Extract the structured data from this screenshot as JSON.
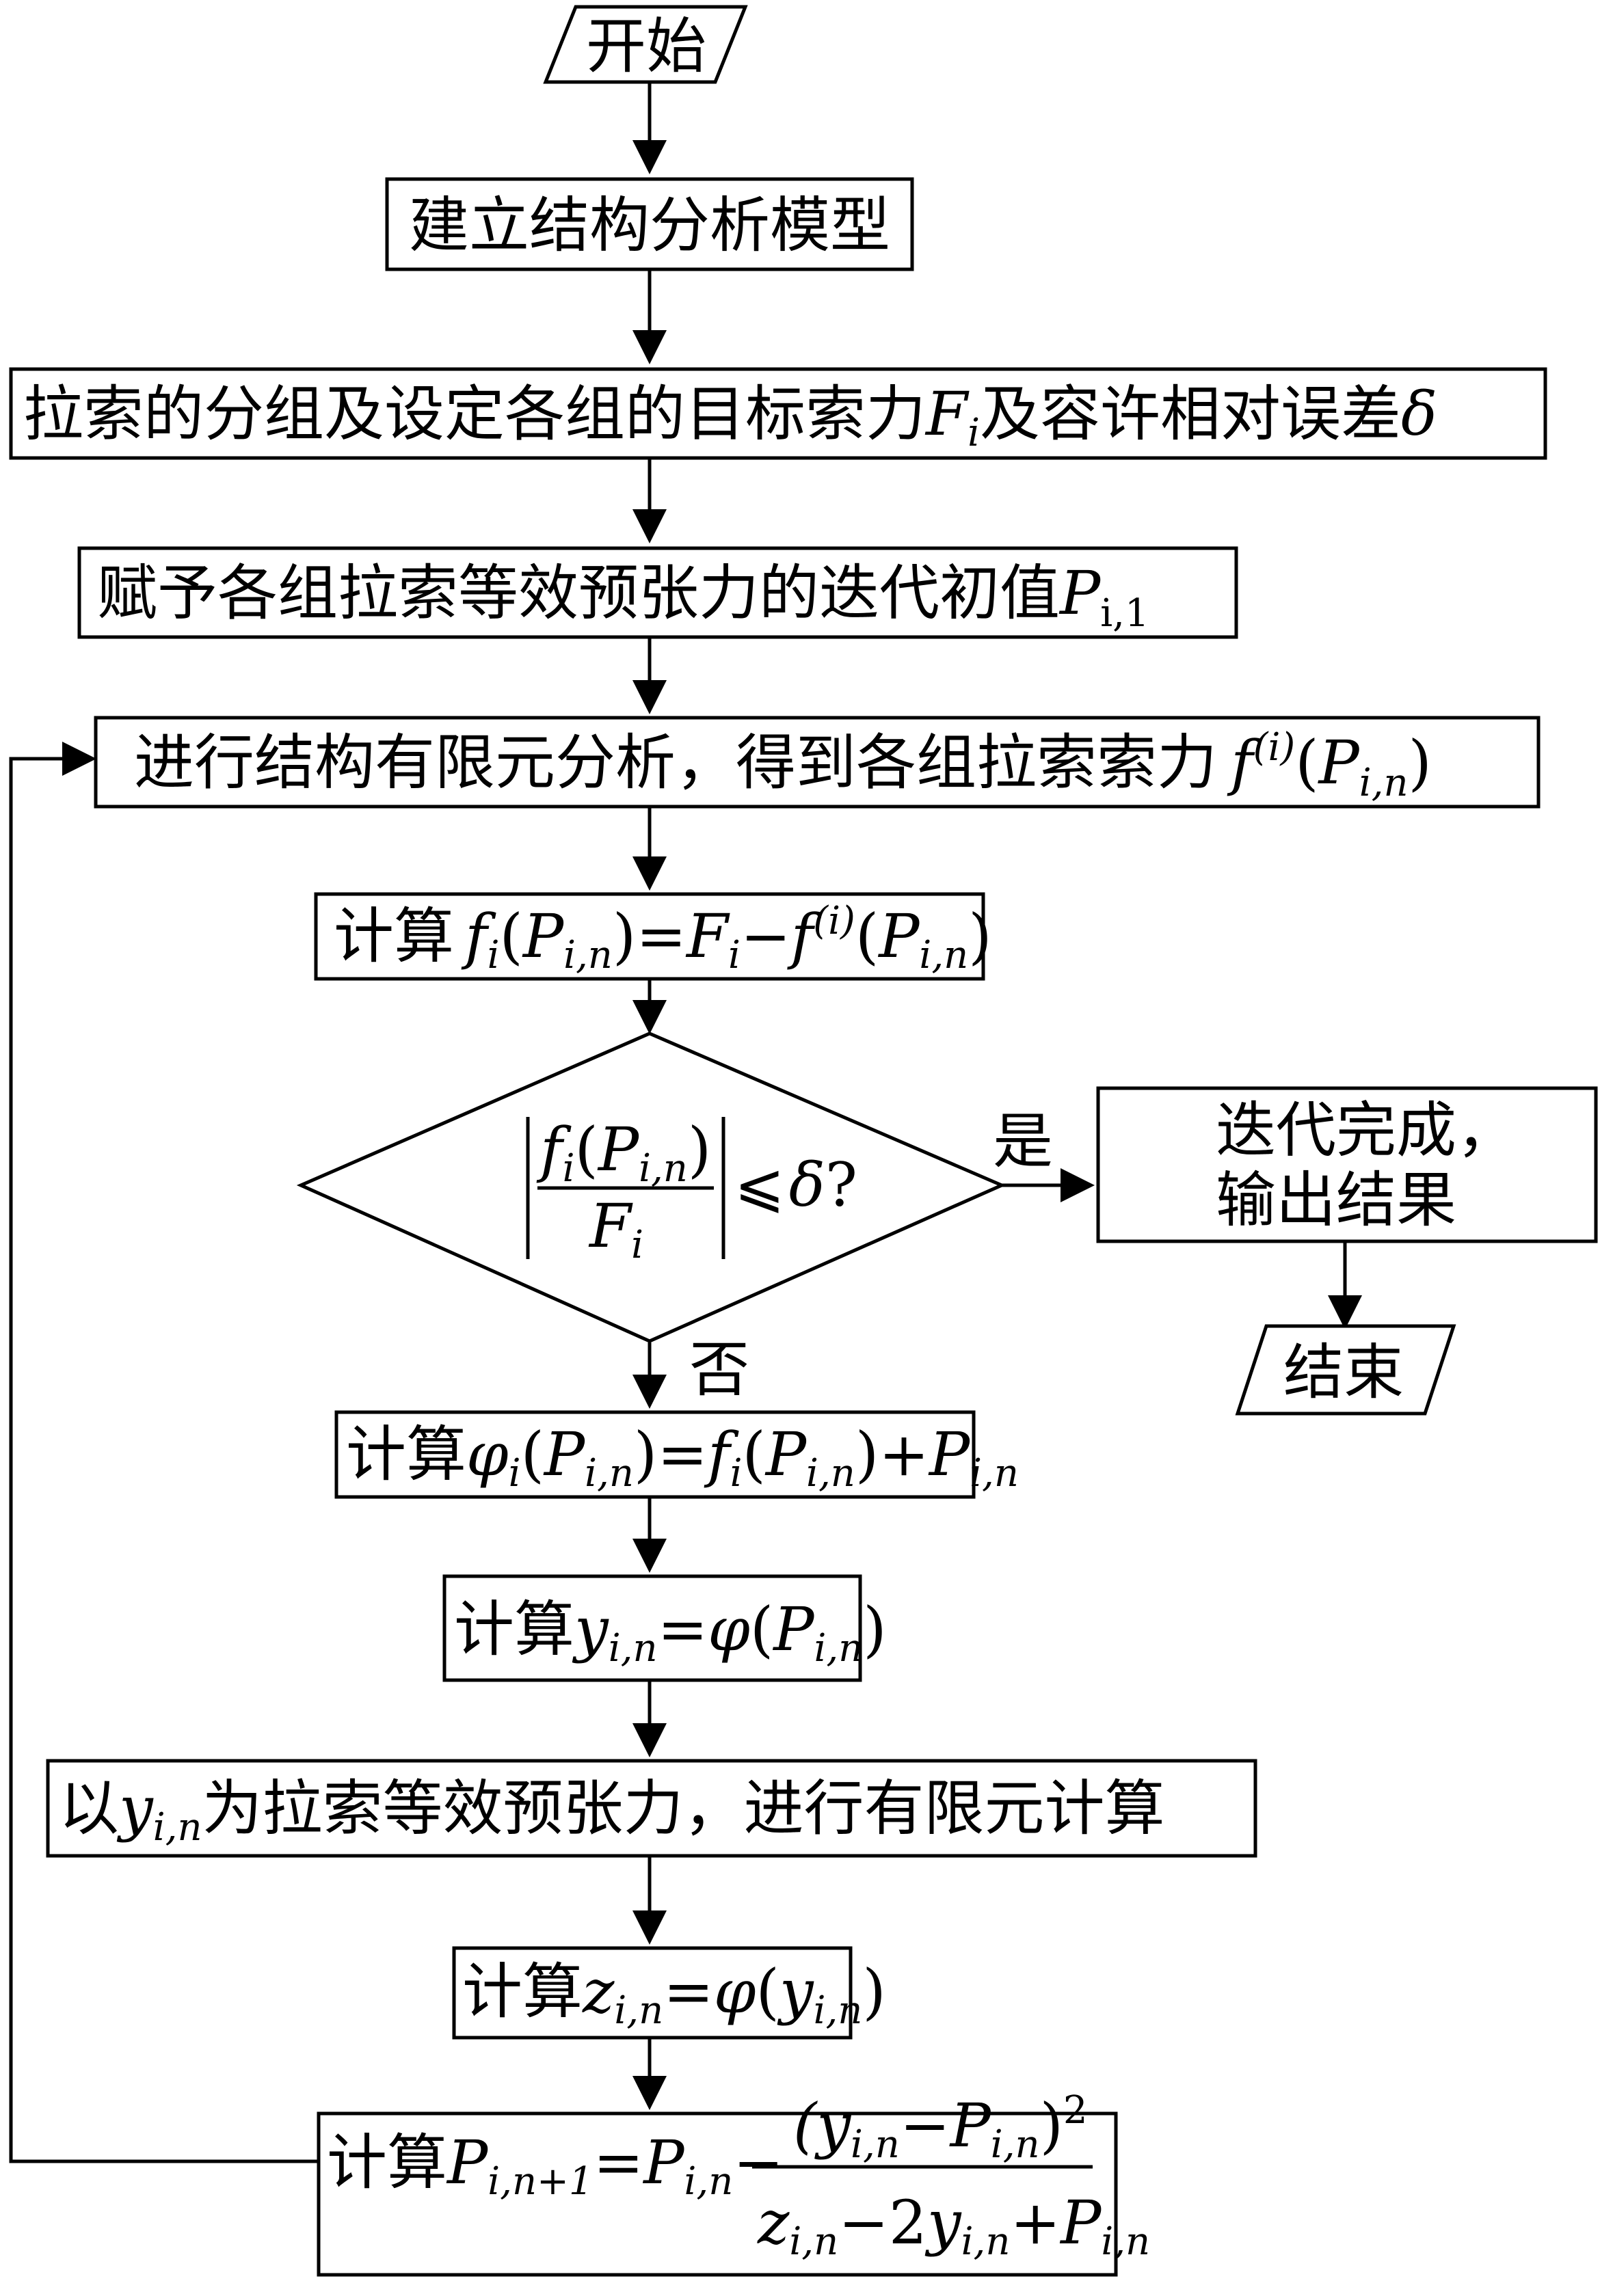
{
  "nodes": {
    "start": "开始",
    "build_model": "建立结构分析模型",
    "group_cables": {
      "prefix": "拉索的分组及设定各组的目标索力",
      "F": "F",
      "F_sub": "i",
      "mid": "及容许相对误差",
      "delta": "δ"
    },
    "initial_value": {
      "prefix": "赋予各组拉索等效预张力的迭代初值",
      "P": "P",
      "P_sub": "i,1"
    },
    "fea": {
      "prefix": "进行结构有限元分析，得到各组拉索索力",
      "f": "f",
      "sup": "(i)",
      "lp": "(",
      "P": "P",
      "P_sub": "i,n",
      "rp": ")"
    },
    "calc_f": {
      "label": "计算",
      "f": "f",
      "f_sub": "i",
      "arg_open": "(",
      "P": "P",
      "P_sub": "i,n",
      "arg_close": ")",
      "eq": "=",
      "F": "F",
      "F_sub": "i",
      "minus": "−",
      "f2": "f",
      "sup": "(i)",
      "P2": "P",
      "P2_sub": "i,n"
    },
    "decision": {
      "num_f": "f",
      "num_f_sub": "i",
      "num_open": "(",
      "num_P": "P",
      "num_P_sub": "i,n",
      "num_close": ")",
      "den_F": "F",
      "den_F_sub": "i",
      "rel": "⩽",
      "delta": "δ",
      "q": "?"
    },
    "yes_label": "是",
    "no_label": "否",
    "done": {
      "line1": "迭代完成，",
      "line2": "输出结果"
    },
    "end": "结束",
    "calc_phi": {
      "label": "计算",
      "phi": "φ",
      "phi_sub": "i",
      "open": "(",
      "P": "P",
      "P_sub": "i,n",
      "close": ")",
      "eq": "=",
      "f": "f",
      "f_sub": "i",
      "P2": "P",
      "P2_sub": "i,n",
      "plus": "+",
      "P3": "P",
      "P3_sub": "i,n"
    },
    "calc_y": {
      "label": "计算",
      "y": "y",
      "y_sub": "i,n",
      "eq": "=",
      "phi": "φ",
      "open": "(",
      "P": "P",
      "P_sub": "i,n",
      "close": ")"
    },
    "y_as_force": {
      "prefix": "以",
      "y": "y",
      "y_sub": "i,n",
      "suffix": "为拉索等效预张力，进行有限元计算"
    },
    "calc_z": {
      "label": "计算",
      "z": "z",
      "z_sub": "i,n",
      "eq": "=",
      "phi": "φ",
      "open": "(",
      "y": "y",
      "y_sub": "i,n",
      "close": ")"
    },
    "calc_next": {
      "label": "计算",
      "P": "P",
      "P_sub": "i,n+1",
      "eq": "=",
      "P2": "P",
      "P2_sub": "i,n",
      "minus": "−",
      "num": "(y",
      "num_y_sub": "i,n",
      "num_minus": "−",
      "num_P": "P",
      "num_P_sub": "i,n",
      "num_close": ")",
      "num_sup": "2",
      "den_z": "z",
      "den_z_sub": "i,n",
      "den_minus": "−2",
      "den_y": "y",
      "den_y_sub": "i,n",
      "den_plus": "+",
      "den_P": "P",
      "den_P_sub": "i,n"
    }
  }
}
